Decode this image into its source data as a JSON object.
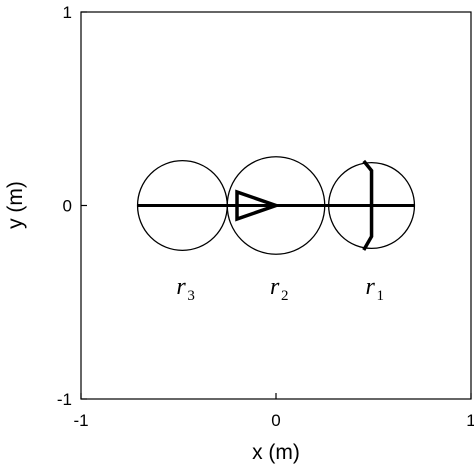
{
  "x_axis": {
    "label": "x (m)",
    "range": [
      -1,
      1
    ],
    "ticks": [
      {
        "value": -1,
        "label": "-1"
      },
      {
        "value": 0,
        "label": "0"
      },
      {
        "value": 1,
        "label": "1"
      }
    ]
  },
  "y_axis": {
    "label": "y (m)",
    "range": [
      -1,
      1
    ],
    "ticks": [
      {
        "value": -1,
        "label": "-1"
      },
      {
        "value": 0,
        "label": "0"
      },
      {
        "value": 1,
        "label": "1"
      }
    ]
  },
  "circles": [
    {
      "id": "r1",
      "label": "r",
      "subscript": "1",
      "center": [
        0.49,
        0
      ],
      "radius": 0.22
    },
    {
      "id": "r2",
      "label": "r",
      "subscript": "2",
      "center": [
        0.0,
        0
      ],
      "radius": 0.25
    },
    {
      "id": "r3",
      "label": "r",
      "subscript": "3",
      "center": [
        -0.48,
        0
      ],
      "radius": 0.23
    }
  ],
  "center_line": {
    "x_start": -0.71,
    "x_end": 0.71,
    "y": 0
  },
  "triangle_marker": {
    "points": [
      [
        -0.2,
        0.07
      ],
      [
        -0.2,
        -0.07
      ],
      [
        0.0,
        0.0
      ]
    ]
  },
  "bracket_marker": {
    "points": [
      [
        0.45,
        0.23
      ],
      [
        0.49,
        0.18
      ],
      [
        0.49,
        -0.16
      ],
      [
        0.45,
        -0.23
      ]
    ]
  }
}
